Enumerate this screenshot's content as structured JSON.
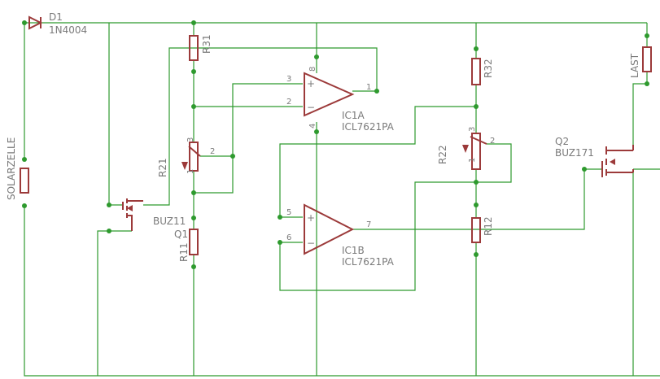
{
  "parts": {
    "D1": {
      "name": "D1",
      "value": "1N4004"
    },
    "R31": {
      "name": "R31"
    },
    "R32": {
      "name": "R32"
    },
    "R21": {
      "name": "R21"
    },
    "R22": {
      "name": "R22"
    },
    "R11": {
      "name": "R11"
    },
    "R12": {
      "name": "R12"
    },
    "IC1A": {
      "name": "IC1A",
      "value": "ICL7621PA"
    },
    "IC1B": {
      "name": "IC1B",
      "value": "ICL7621PA"
    },
    "Q1": {
      "name": "Q1",
      "value": "BUZ11"
    },
    "Q2": {
      "name": "Q2",
      "value": "BUZ171"
    },
    "LAST": {
      "name": "LAST"
    },
    "SOLARZELLE": {
      "name": "SOLARZELLE"
    }
  },
  "pins": {
    "ic1a": {
      "plus": "+",
      "minus": "−",
      "in_plus": "3",
      "in_minus": "2",
      "out": "1",
      "vplus": "8",
      "vminus": "4"
    },
    "ic1b": {
      "plus": "+",
      "minus": "−",
      "in_plus": "5",
      "in_minus": "6",
      "out": "7"
    },
    "r21": {
      "top": "3",
      "wiper": "2",
      "bottom": "1"
    },
    "r22": {
      "top": "3",
      "wiper": "2",
      "bottom": "1"
    }
  },
  "colors": {
    "wire": "#2e9a2e",
    "component": "#9c3a3a",
    "label": "#7a7a7a"
  }
}
